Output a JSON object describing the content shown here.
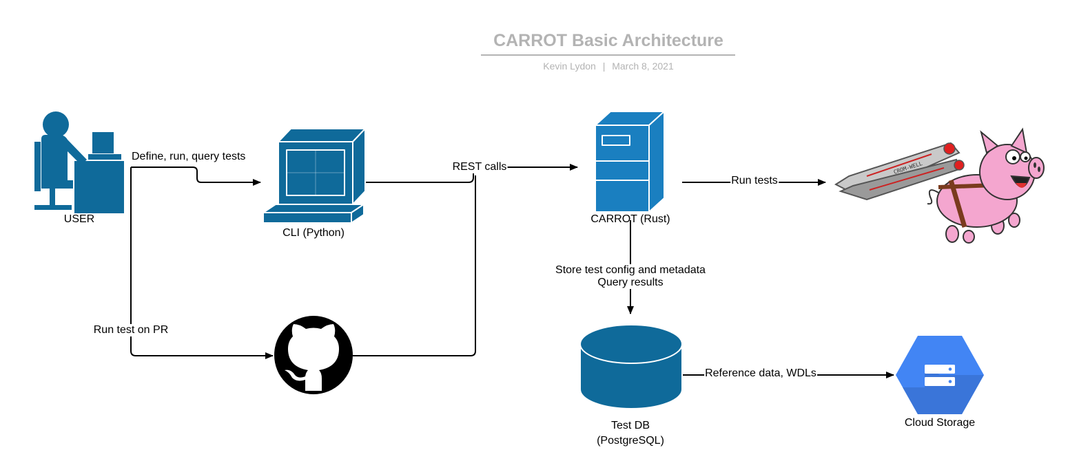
{
  "header": {
    "title": "CARROT Basic Architecture",
    "author": "Kevin Lydon",
    "separator": "|",
    "date": "March 8, 2021"
  },
  "nodes": {
    "user": {
      "label": "USER",
      "icon": "user-at-computer-icon"
    },
    "cli": {
      "label": "CLI (Python)",
      "icon": "desktop-computer-icon"
    },
    "github": {
      "label": "",
      "icon": "github-icon"
    },
    "carrot": {
      "label": "CARROT (Rust)",
      "icon": "server-tower-icon"
    },
    "cromwell": {
      "label": "",
      "icon": "cromwell-pig-icon",
      "badge": "CROM-WELL"
    },
    "testdb": {
      "label_line1": "Test DB",
      "label_line2": "(PostgreSQL)",
      "icon": "database-icon"
    },
    "cloud": {
      "label": "Cloud Storage",
      "icon": "google-cloud-storage-icon"
    }
  },
  "edges": {
    "user_cli": "Define, run, query tests",
    "user_github": "Run test on PR",
    "to_carrot": "REST calls",
    "carrot_cromwell": "Run tests",
    "carrot_db_line1": "Store test config and metadata",
    "carrot_db_line2": "Query results",
    "db_cloud": "Reference data, WDLs"
  },
  "colors": {
    "icon_blue": "#0f6a9a",
    "server_blue": "#1a7fc0",
    "title_gray": "#b3b3b3",
    "gcs_blue": "#4285f4",
    "pig_pink": "#f4a6cf"
  }
}
